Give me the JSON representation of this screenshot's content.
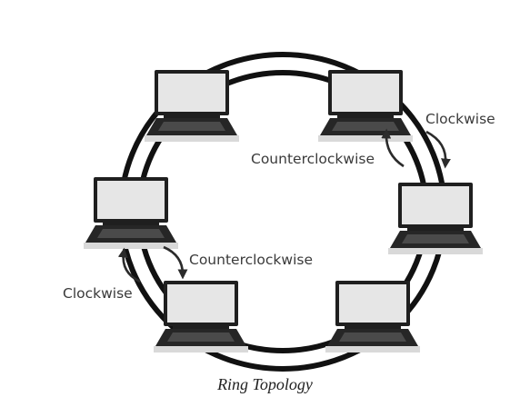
{
  "diagram": {
    "caption": "Ring Topology",
    "labels": {
      "top_right_clockwise": "Clockwise",
      "top_right_counterclockwise": "Counterclockwise",
      "bottom_left_counterclockwise": "Counterclockwise",
      "bottom_left_clockwise": "Clockwise"
    },
    "nodes": [
      {
        "name": "laptop-top-left",
        "icon": "laptop-icon"
      },
      {
        "name": "laptop-top-right",
        "icon": "laptop-icon"
      },
      {
        "name": "laptop-left",
        "icon": "laptop-icon"
      },
      {
        "name": "laptop-right",
        "icon": "laptop-icon"
      },
      {
        "name": "laptop-bottom-left",
        "icon": "laptop-icon"
      },
      {
        "name": "laptop-bottom-right",
        "icon": "laptop-icon"
      }
    ],
    "colors": {
      "ring": "#111111",
      "screen": "#e6e6e6",
      "laptop_frame": "#222222"
    }
  }
}
